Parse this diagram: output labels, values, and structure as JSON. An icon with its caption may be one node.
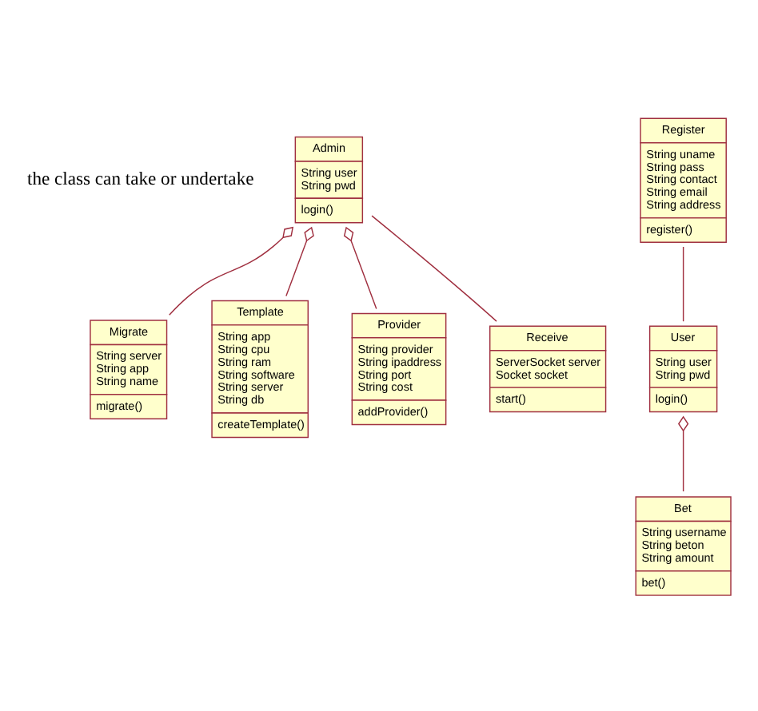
{
  "diagram": {
    "nodes": [
      {
        "text": [
          "Admin",
          "String user",
          "String pwd",
          "login()"
        ]
      },
      {
        "text": [
          "Register",
          "String uname",
          "String pass",
          "String contact",
          "String email",
          "String address",
          "register()"
        ]
      },
      {
        "text": [
          "User",
          "String user",
          "String pwd",
          "login()"
        ]
      },
      {
        "text": [
          "Migrate",
          "String server",
          "String app",
          "String name",
          "migrate()"
        ]
      },
      {
        "text": [
          "Template",
          "String app",
          "String cpu",
          "String ram",
          "String software",
          "String server",
          "String db",
          "createTemplate()"
        ]
      },
      {
        "text": [
          "Provider",
          "String provider",
          "String ipaddress",
          "String port",
          "String cost",
          "addProvider()"
        ]
      },
      {
        "text": [
          "Receive",
          "ServerSocket server",
          "Socket socket",
          "start()"
        ]
      },
      {
        "text": [
          "Bet",
          "String username",
          "String beton",
          "String amount",
          "bet()"
        ]
      }
    ],
    "edges": [
      {
        "from": 0,
        "to": 3,
        "arrow": "other"
      },
      {
        "from": 0,
        "to": 4,
        "arrow": "other"
      },
      {
        "from": 0,
        "to": 5,
        "arrow": "other"
      },
      {
        "from": 0,
        "to": 6,
        "arrow": "none"
      },
      {
        "from": 1,
        "to": 2,
        "arrow": "none"
      },
      {
        "from": 2,
        "to": 7,
        "arrow": "other"
      }
    ],
    "labels": [
      "the class can take or undertake"
    ]
  }
}
